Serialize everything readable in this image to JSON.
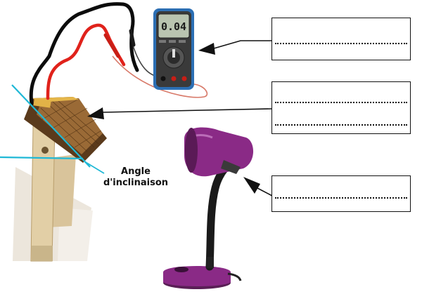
{
  "annotation": {
    "line1": "Angle",
    "line2": "d'inclinaison"
  },
  "multimeter": {
    "display": "0.04"
  },
  "colors": {
    "accent_line": "#1fb8d6",
    "lamp": "#8a2a86",
    "meter_blue": "#2c6fb4",
    "probe_red": "#e0221b"
  }
}
